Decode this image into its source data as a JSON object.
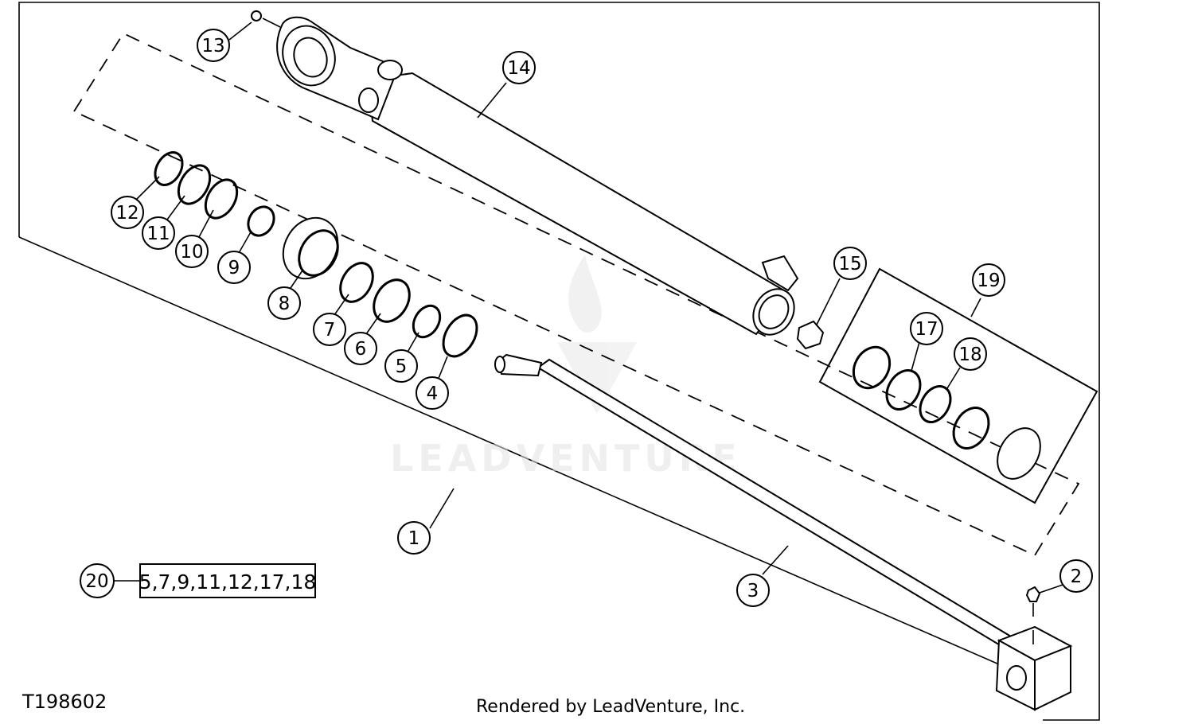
{
  "diagram": {
    "reference_number": "T198602",
    "credit": "Rendered by LeadVenture, Inc.",
    "watermark": "LEADVENTURE",
    "kit": {
      "callout": "20",
      "contents": "5,7,9,11,12,17,18"
    },
    "callouts": [
      "1",
      "2",
      "3",
      "4",
      "5",
      "6",
      "7",
      "8",
      "9",
      "10",
      "11",
      "12",
      "13",
      "14",
      "15",
      "17",
      "18",
      "19"
    ]
  }
}
